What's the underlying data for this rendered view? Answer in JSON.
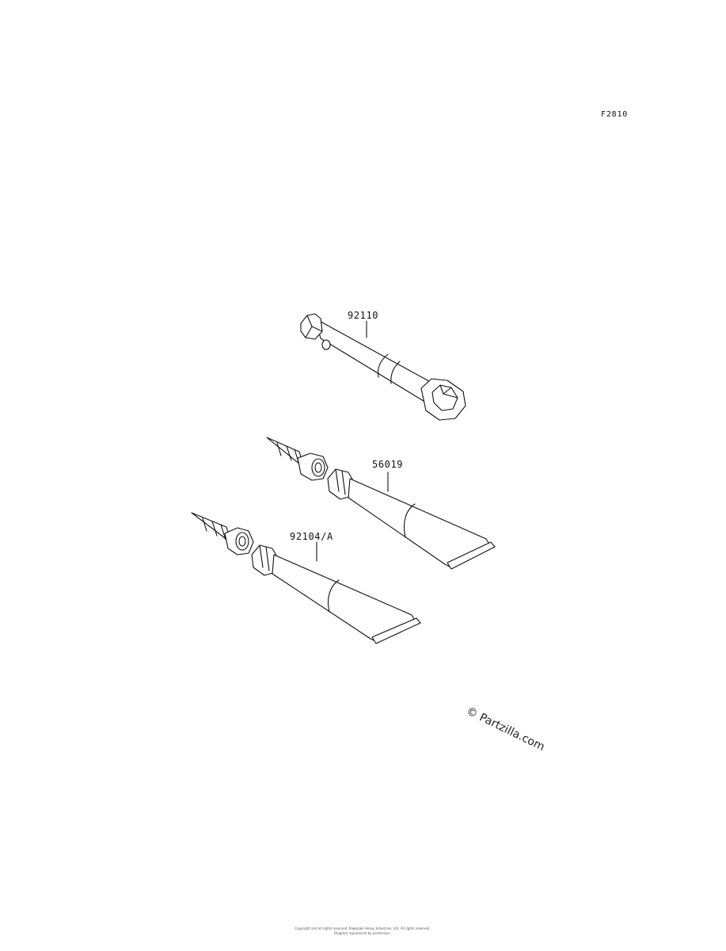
{
  "figure_code": "F2810",
  "parts": {
    "tool_wrench": "92110",
    "tube_upper": "56019",
    "tube_lower": "92104/A"
  },
  "watermark": "© Partzilla.com",
  "footer": {
    "line1": "Copyright and all rights reserved. Kawasaki Heavy Industries, Ltd. All rights reserved.",
    "line2": "Diagram reproduced by permission."
  }
}
